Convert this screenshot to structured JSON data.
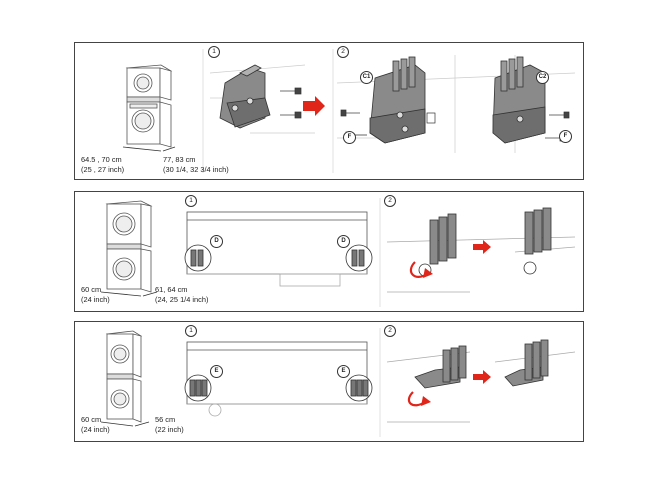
{
  "colors": {
    "line": "#555555",
    "part_fill": "#8a8a8a",
    "part_dark": "#5e5e5e",
    "arrow": "#e0261b",
    "light": "#dcdcdc"
  },
  "panel1": {
    "dimension_width": "64.5 , 70 cm",
    "dimension_width_inch": "(25 , 27 inch)",
    "dimension_depth": "77, 83 cm",
    "dimension_depth_inch": "(30 1/4, 32 3/4 inch)",
    "step1": "1",
    "step2": "2",
    "tag_c1": "C1",
    "tag_c2": "C2",
    "tag_f_left": "F",
    "tag_f_right": "F"
  },
  "panel2": {
    "dimension_width": "60 cm",
    "dimension_width_inch": "(24 inch)",
    "dimension_depth": "61, 64 cm",
    "dimension_depth_inch": "(24, 25 1/4 inch)",
    "step1": "1",
    "step2": "2",
    "tag_left": "D",
    "tag_right": "D"
  },
  "panel3": {
    "dimension_width": "60 cm",
    "dimension_width_inch": "(24 inch)",
    "dimension_depth": "56 cm",
    "dimension_depth_inch": "(22 inch)",
    "step1": "1",
    "step2": "2",
    "tag_left": "E",
    "tag_right": "E"
  }
}
